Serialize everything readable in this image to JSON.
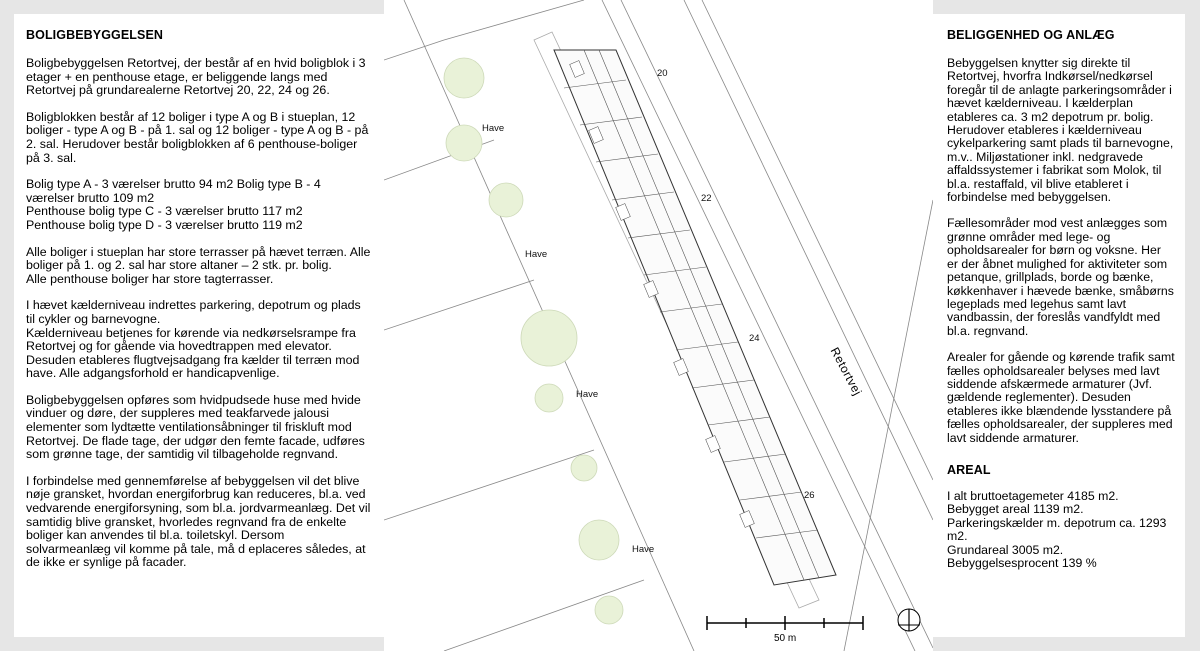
{
  "left": {
    "heading": "BOLIGBEBYGGELSEN",
    "paragraphs": [
      "Boligbebyggelsen Retortvej, der består af en hvid boligblok i 3 etager + en penthouse etage, er beliggende langs med Retortvej på grundarealerne Retortvej 20, 22, 24 og 26.",
      "Boligblokken består af 12 boliger i type A og B i stueplan, 12 boliger - type A og B - på 1. sal og 12 boliger - type A og B - på 2. sal. Herudover består boligblokken af 6 penthouse-boliger på 3. sal.",
      "Bolig type A - 3 værelser brutto 94 m2 Bolig type B - 4 værelser brutto 109 m2\nPenthouse bolig type C - 3 værelser brutto 117 m2\nPenthouse bolig type D - 3 værelser brutto 119 m2",
      "Alle boliger i stueplan har store terrasser på hævet terræn. Alle boliger på 1. og 2. sal har store altaner – 2 stk. pr. bolig.\nAlle penthouse boliger har store tagterrasser.",
      "I hævet kælderniveau indrettes parkering, depotrum og plads til cykler og barnevogne.\nKælderniveau betjenes for kørende via nedkørselsrampe fra Retortvej og for gående via hovedtrappen med elevator. Desuden etableres flugtvejsadgang fra kælder til terræn mod have. Alle adgangsforhold er handicapvenlige.",
      "Boligbebyggelsen opføres som hvidpudsede huse med hvide vinduer og døre, der suppleres med teakfarvede jalousi elementer som lydtætte ventilationsåbninger til friskluft mod Retortvej. De flade tage, der udgør den femte facade, udføres\nsom grønne tage, der samtidig vil tilbageholde regnvand.",
      "I forbindelse med gennemførelse af bebyggelsen vil det blive nøje gransket, hvordan energiforbrug kan reduceres, bl.a. ved vedvarende energiforsyning, som bl.a. jordvarmeanlæg. Det vil samtidig blive gransket, hvorledes regnvand fra de enkelte boliger kan anvendes til bl.a. toiletskyl. Dersom solvarmeanlæg vil komme på tale, må d eplaceres således, at de ikke er synlige på facader."
    ]
  },
  "plan": {
    "house_numbers": [
      "20",
      "22",
      "24",
      "26"
    ],
    "have_labels": [
      "Have",
      "Have",
      "Have",
      "Have"
    ],
    "road_name": "Retortvej",
    "scale_text": "50 m"
  },
  "right": {
    "heading": "BELIGGENHED OG ANLÆG",
    "paragraphs": [
      "Bebyggelsen knytter sig direkte til Retortvej, hvorfra Indkørsel/nedkørsel foregår til de anlagte parkeringsområder i hævet kælderniveau. I kælderplan etableres ca. 3 m2 depotrum pr. bolig. Herudover etableres i kælderniveau cykelparkering samt plads til barnevogne, m.v.. Miljøstationer inkl. nedgravede affaldssystemer i fabrikat som Molok, til bl.a. restaffald, vil blive etableret i forbindelse med bebyggelsen.",
      "Fællesområder mod vest anlægges som grønne områder med lege- og opholdsarealer for børn og voksne. Her er der åbnet mulighed for aktiviteter som petanque, grillplads, borde og bænke, køkkenhaver i hævede bænke, småbørns legeplads med legehus samt lavt vandbassin, der foreslås vandfyldt med bl.a. regnvand.",
      "Arealer for gående og kørende trafik samt fælles opholdsarealer belyses med lavt siddende afskærmede armaturer (Jvf. gældende reglementer). Desuden etableres ikke blændende lysstandere på fælles opholdsarealer, der suppleres med lavt siddende armaturer."
    ],
    "areal_heading": "AREAL",
    "areal_lines": [
      "I alt bruttoetagemeter 4185 m2.",
      "Bebygget areal 1139 m2.",
      "Parkeringskælder m. depotrum ca. 1293 m2.",
      "Grundareal 3005 m2.",
      "Bebyggelsesprocent 139 %"
    ]
  }
}
